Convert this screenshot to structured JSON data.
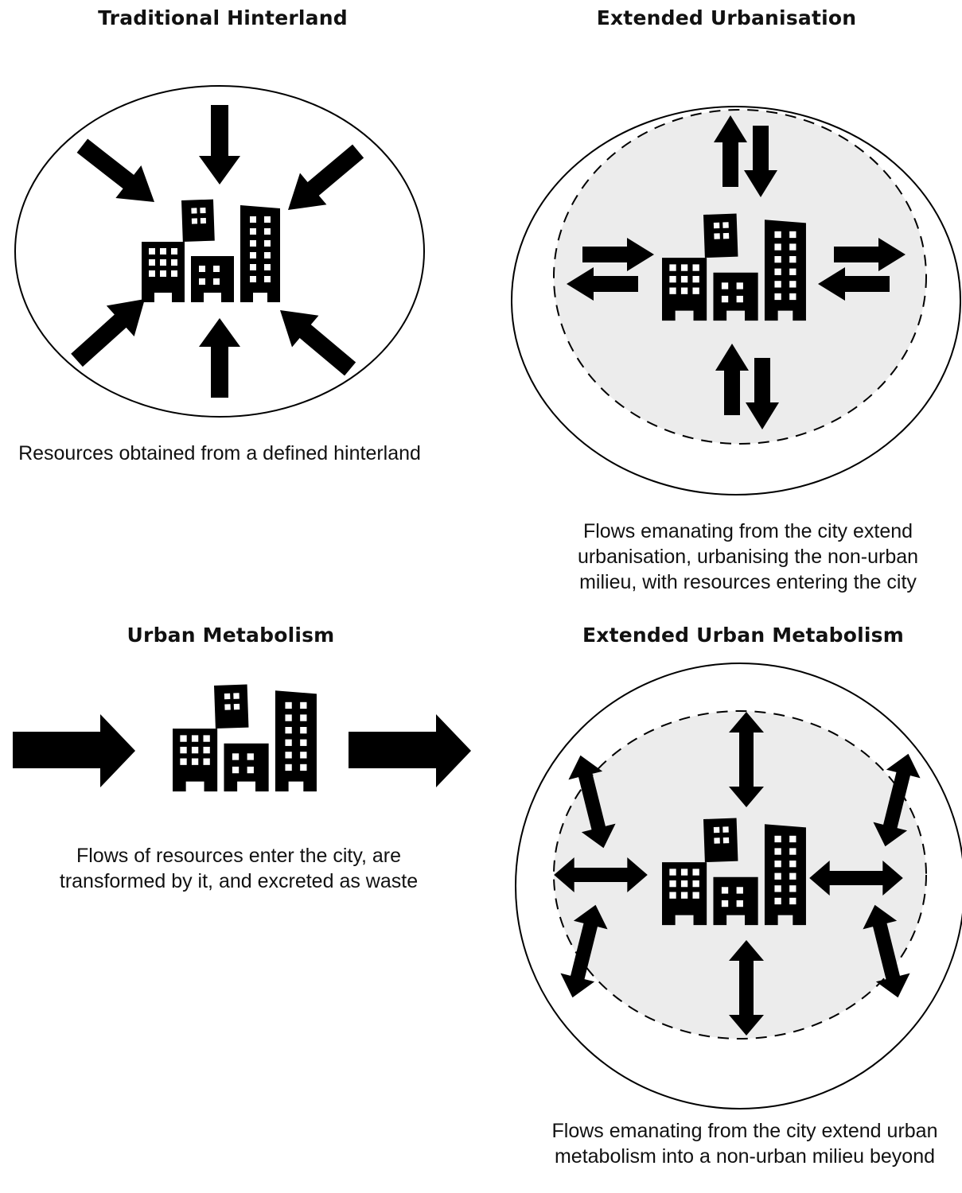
{
  "panels": {
    "traditional_hinterland": {
      "title": "Traditional Hinterland",
      "caption": "Resources obtained from a defined hinterland"
    },
    "extended_urbanisation": {
      "title": "Extended Urbanisation",
      "caption": "Flows emanating from the city extend urbanisation, urbanising the non-urban milieu, with resources entering the city"
    },
    "urban_metabolism": {
      "title": "Urban Metabolism",
      "caption": "Flows of resources enter the city, are transformed by it, and excreted as waste"
    },
    "extended_urban_metabolism": {
      "title": "Extended Urban Metabolism",
      "caption": "Flows emanating from the city extend urban metabolism into a non-urban milieu beyond"
    }
  },
  "colors": {
    "ink": "#000000",
    "inner_zone_fill": "#ececec",
    "background": "#ffffff"
  },
  "icons": [
    "city-buildings-icon",
    "arrow-icon",
    "double-arrow-icon"
  ]
}
